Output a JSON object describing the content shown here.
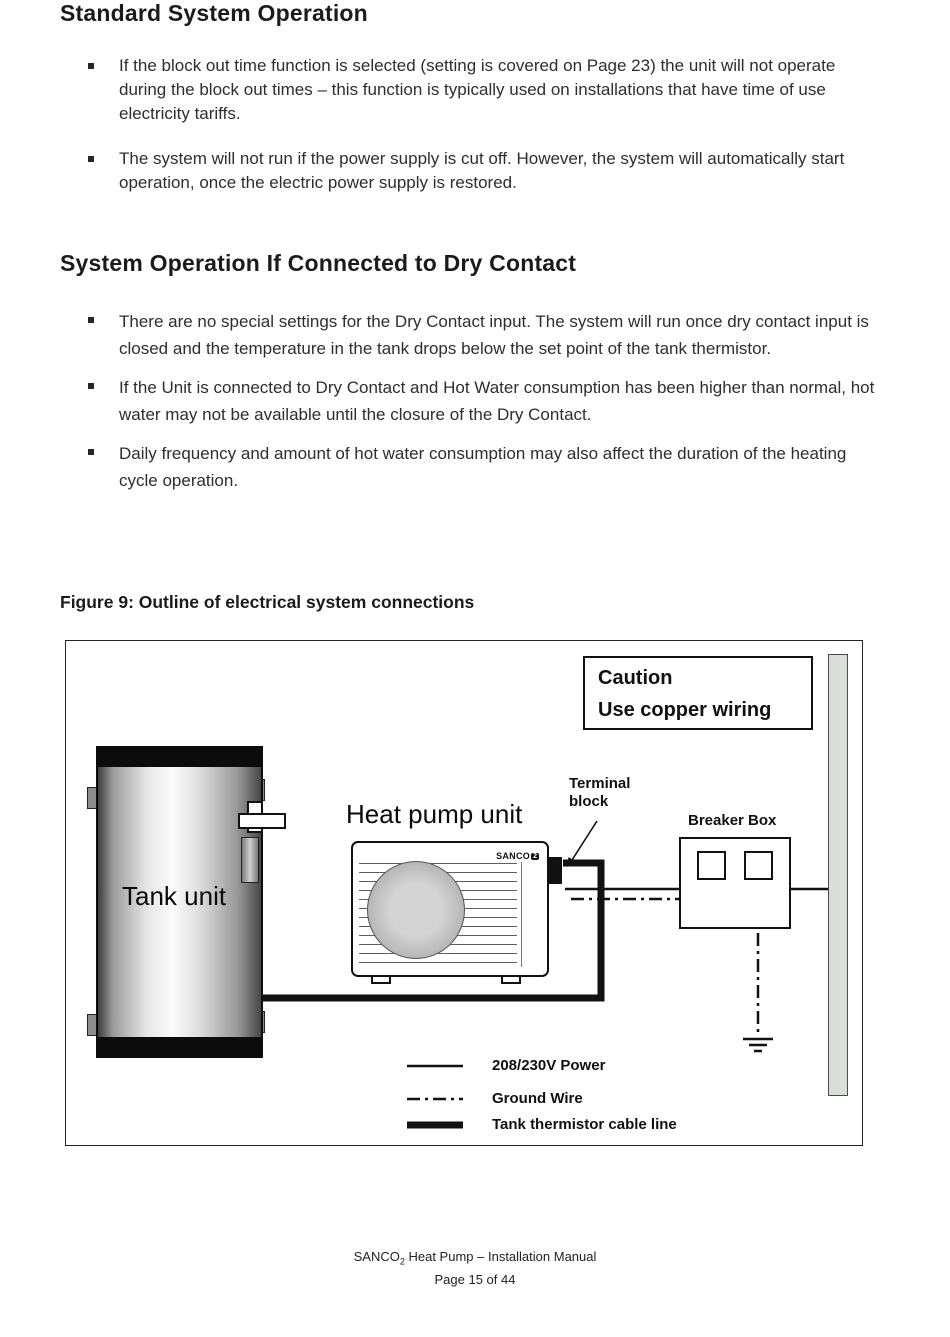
{
  "sections": [
    {
      "title": "Standard System Operation",
      "bullets": [
        "If the block out time function is selected (setting is covered on Page 23) the unit will not operate during the block out times – this function is typically used on installations that have time of use electricity tariffs.",
        "The system will not run if the power supply is cut off. However, the system will automatically start operation, once the electric power supply is restored."
      ]
    },
    {
      "title": "System Operation If Connected to Dry Contact",
      "bullets": [
        "There are no special settings for the Dry Contact input. The system will run once dry contact input is closed and the temperature in the tank drops below the set point of the tank thermistor.",
        "If the Unit is connected to Dry Contact and Hot Water consumption has been higher than normal, hot water may not be available until the closure of the Dry Contact.",
        "Daily frequency and amount of hot water consumption may also affect the duration of the heating cycle operation."
      ]
    }
  ],
  "figure": {
    "caption": "Figure 9: Outline of electrical system connections",
    "caution": {
      "line1": "Caution",
      "line2": "Use copper wiring"
    },
    "labels": {
      "terminal_line1": "Terminal",
      "terminal_line2": "block",
      "breaker_box": "Breaker Box",
      "heat_pump": "Heat pump unit",
      "tank_unit": "Tank unit",
      "logo_text": "SANCO",
      "logo_sub": "2"
    },
    "legend": [
      {
        "style": "solid",
        "label": "208/230V Power"
      },
      {
        "style": "dash-dot",
        "label": "Ground Wire"
      },
      {
        "style": "thick",
        "label": "Tank thermistor cable line"
      }
    ]
  },
  "footer": {
    "brand": "SANCO",
    "brand_sub": "2",
    "line1_rest": " Heat Pump – Installation Manual",
    "line2": "Page 15 of 44"
  }
}
